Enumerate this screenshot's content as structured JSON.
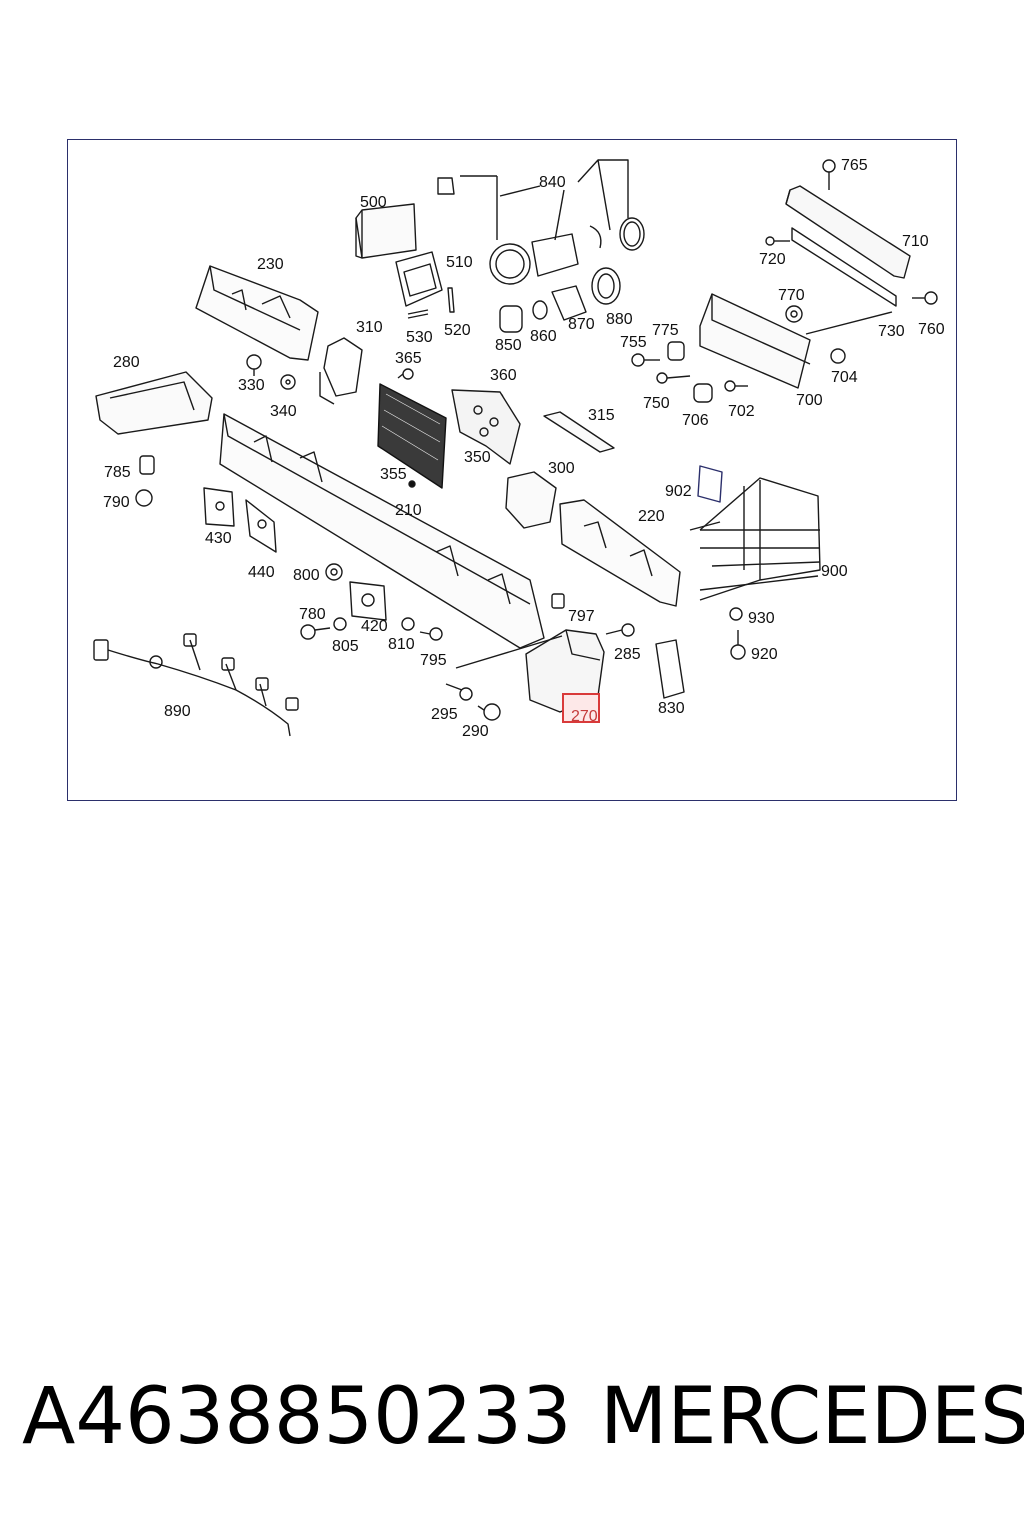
{
  "diagram": {
    "labels": {
      "p500": "500",
      "p840": "840",
      "p765": "765",
      "p710": "710",
      "p720": "720",
      "p510": "510",
      "p230": "230",
      "p770": "770",
      "p760": "760",
      "p730": "730",
      "p310": "310",
      "p530": "530",
      "p520": "520",
      "p850": "850",
      "p860": "860",
      "p870": "870",
      "p880": "880",
      "p755": "755",
      "p775": "775",
      "p704": "704",
      "p280": "280",
      "p365": "365",
      "p330": "330",
      "p360": "360",
      "p340": "340",
      "p750": "750",
      "p700": "700",
      "p706": "706",
      "p702": "702",
      "p315": "315",
      "p355": "355",
      "p350": "350",
      "p300": "300",
      "p785": "785",
      "p790": "790",
      "p902": "902",
      "p210": "210",
      "p220": "220",
      "p430": "430",
      "p440": "440",
      "p800": "800",
      "p900": "900",
      "p797": "797",
      "p780": "780",
      "p420": "420",
      "p930": "930",
      "p805": "805",
      "p810": "810",
      "p795": "795",
      "p285": "285",
      "p920": "920",
      "p890": "890",
      "p295": "295",
      "p270": "270",
      "p830": "830",
      "p290": "290"
    },
    "highlighted_part": "270",
    "highlight_color": "#d93a3a"
  },
  "caption": {
    "part_number": "A4638850233",
    "brand": "MERCEDES"
  }
}
